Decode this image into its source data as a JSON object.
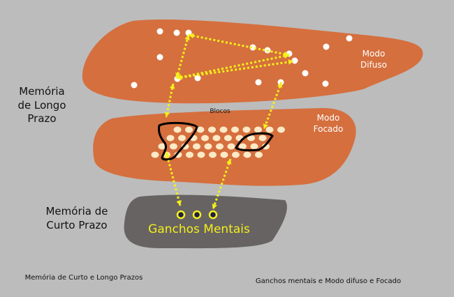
{
  "labels": {
    "long_term_memory": "Memória de Longo Prazo",
    "long_term_memory_lines": [
      "Memória",
      "de Longo",
      "Prazo"
    ],
    "short_term_memory_lines": [
      "Memória de",
      "Curto Prazo"
    ],
    "diffuse_mode_lines": [
      "Modo",
      "Difuso"
    ],
    "focused_mode_lines": [
      "Modo",
      "Focado"
    ],
    "chunks": "Blocos",
    "mental_hooks": "Ganchos Mentais",
    "caption_left": "Memória de Curto e Longo Prazos",
    "caption_right": "Ganchos mentais e Modo difuso e Focado"
  },
  "colors": {
    "background": "#bcbcbc",
    "brain_region": "#d56f3e",
    "short_term_region": "#676363",
    "arrows": "#f5f01a",
    "hooks_text": "#f3ee1c",
    "dots_diffuse": "#ffffff",
    "dots_focused": "#fde9c6"
  }
}
